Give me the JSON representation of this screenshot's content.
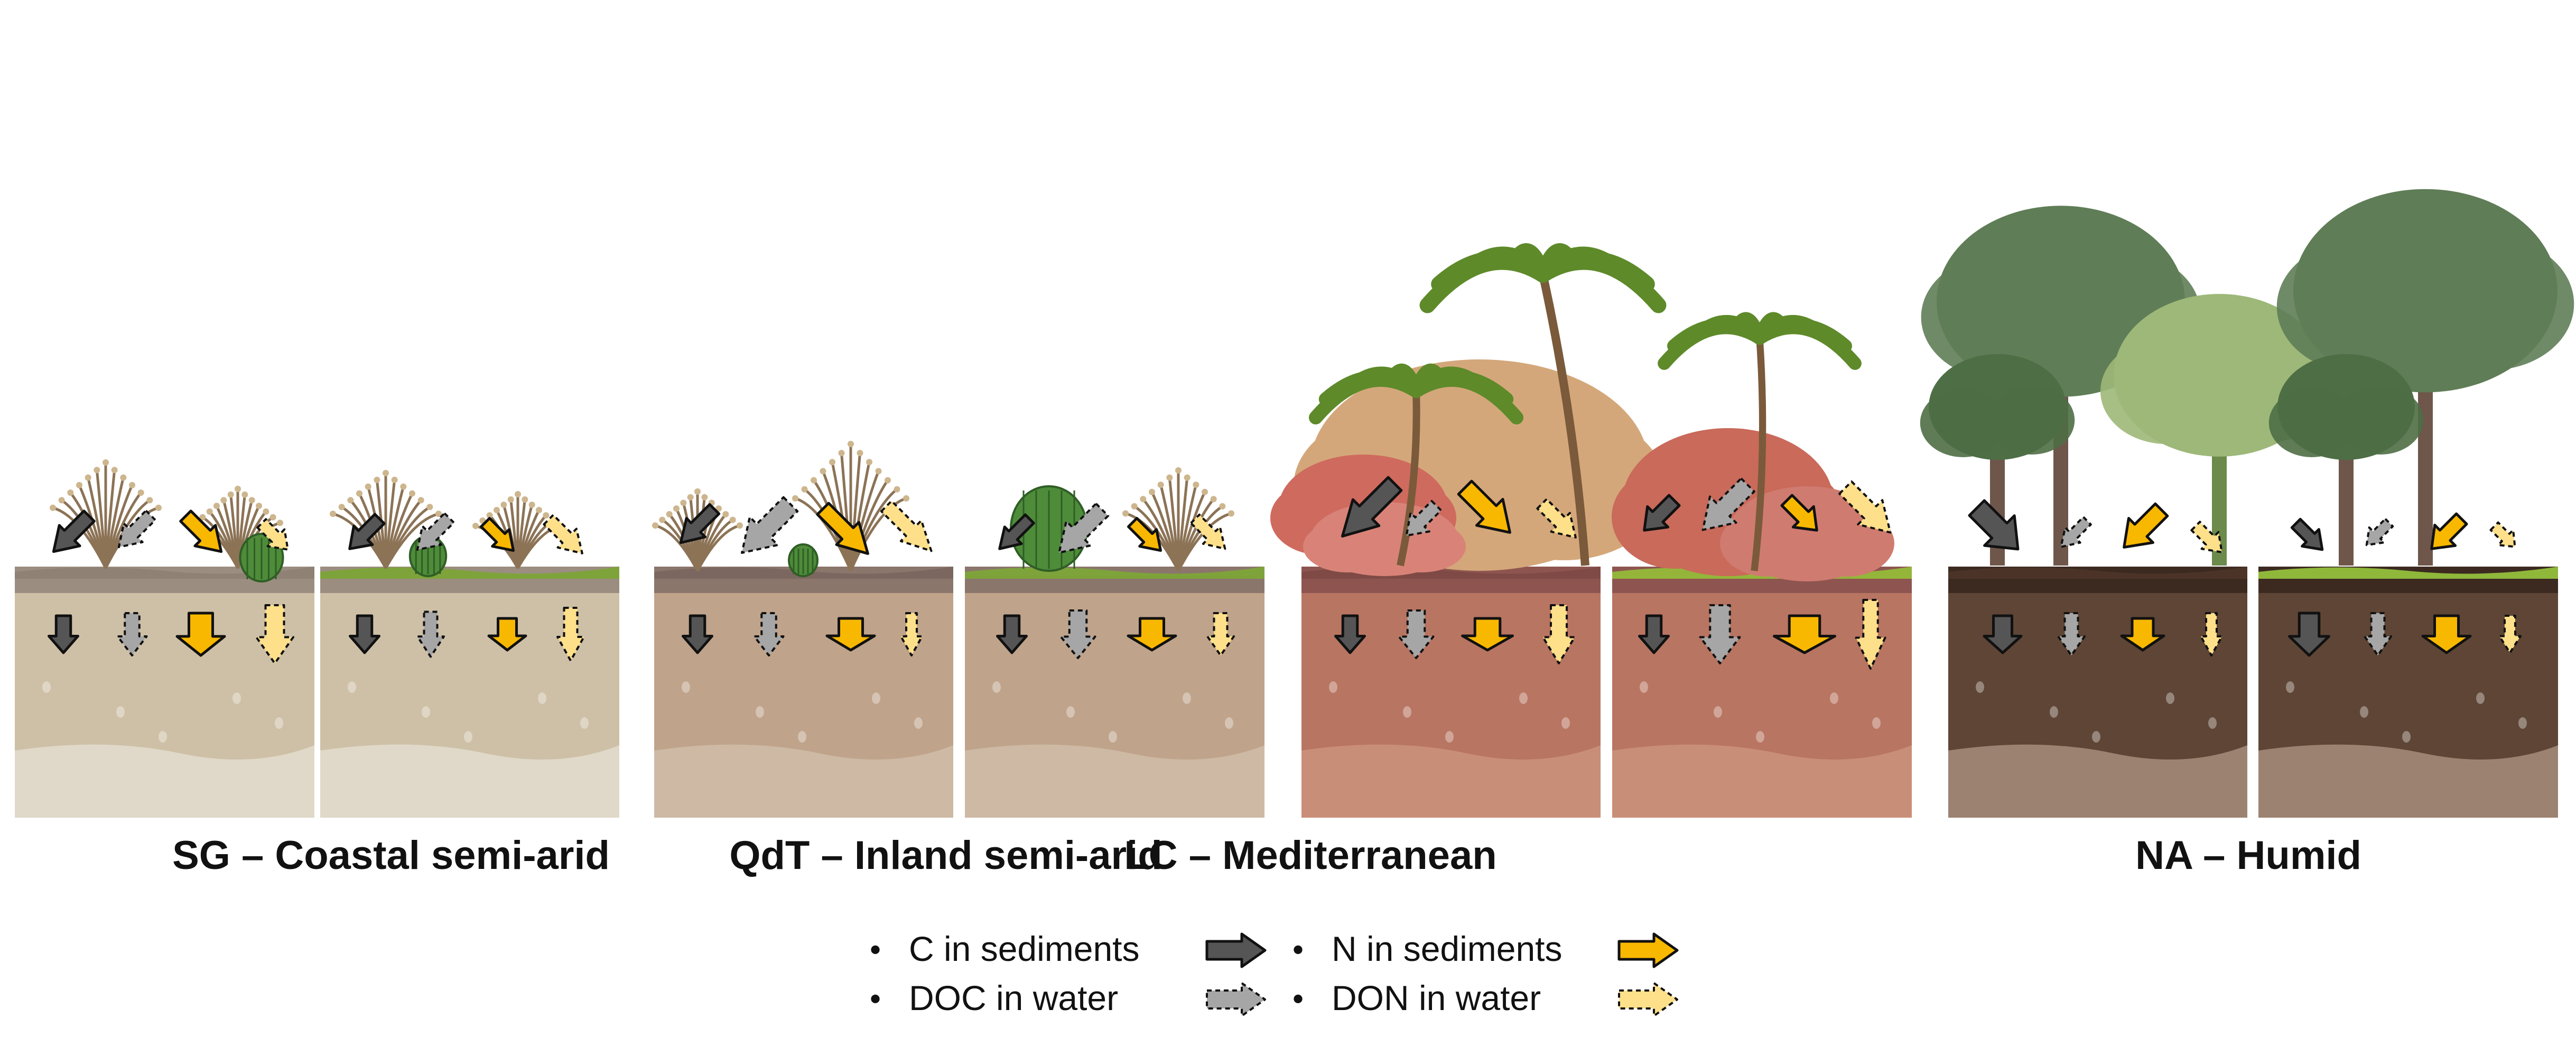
{
  "sites": [
    {
      "id": "SG",
      "title": "SG – Coastal semi-arid",
      "climate": "coastal-semi-arid"
    },
    {
      "id": "QdT",
      "title": "QdT – Inland semi-arid",
      "climate": "inland-semi-arid"
    },
    {
      "id": "LC",
      "title": "LC – Mediterranean",
      "climate": "mediterranean"
    },
    {
      "id": "NA",
      "title": "NA – Humid",
      "climate": "humid"
    }
  ],
  "legend": [
    {
      "label": "C in sediments",
      "fill": "#555555",
      "style": "solid"
    },
    {
      "label": "N in sediments",
      "fill": "#F9B800",
      "style": "solid"
    },
    {
      "label": "DOC in water",
      "fill": "#A6A6A6",
      "style": "dashed"
    },
    {
      "label": "DON in water",
      "fill": "#FFE08A",
      "style": "dashed"
    }
  ],
  "colors": {
    "c_sediment": "#555555",
    "doc_water": "#A6A6A6",
    "n_sediment": "#F9B800",
    "don_water": "#FFE08A",
    "semi_arid_soil": "#CEC0A6",
    "inland_soil": "#BFA38A",
    "mediterranean_soil": "#B87562",
    "humid_soil": "#5E4535"
  },
  "icons": [
    "shrub-icon",
    "cactus-icon",
    "palm-tree-icon",
    "broadleaf-tree-icon",
    "flux-arrow-icon"
  ]
}
